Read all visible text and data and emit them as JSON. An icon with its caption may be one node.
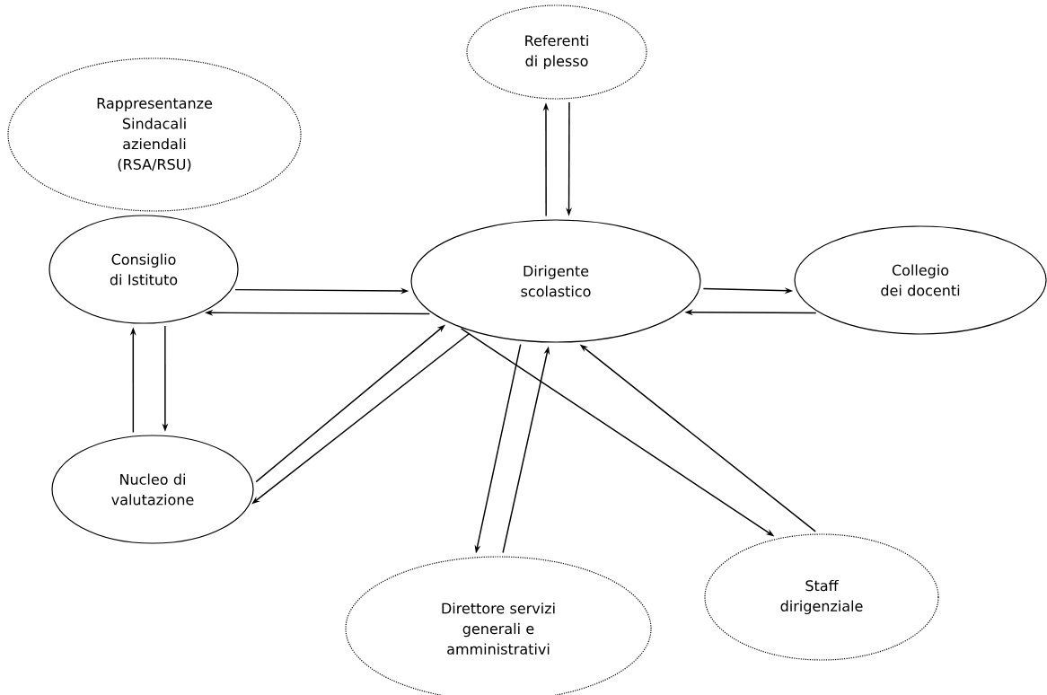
{
  "diagram": {
    "nodes": [
      {
        "text": [
          "Rappresentanze Sindacali aziendali (RSA/RSU)"
        ]
      },
      {
        "text": [
          "Referenti di plesso"
        ]
      },
      {
        "text": [
          "Consiglio di Istituto"
        ]
      },
      {
        "text": [
          "Dirigente scolastico"
        ]
      },
      {
        "text": [
          "Collegio dei docenti"
        ]
      },
      {
        "text": [
          "Nucleo di valutazione"
        ]
      },
      {
        "text": [
          "Direttore servizi generali e amministrativi"
        ]
      },
      {
        "text": [
          "Staff dirigenziale"
        ]
      }
    ],
    "edges": [
      {
        "from": 3,
        "to": 1,
        "arrow": "to"
      },
      {
        "from": 1,
        "to": 3,
        "arrow": "to"
      },
      {
        "from": 2,
        "to": 3,
        "arrow": "to"
      },
      {
        "from": 3,
        "to": 2,
        "arrow": "to"
      },
      {
        "from": 3,
        "to": 4,
        "arrow": "to"
      },
      {
        "from": 4,
        "to": 3,
        "arrow": "to"
      },
      {
        "from": 5,
        "to": 2,
        "arrow": "to"
      },
      {
        "from": 2,
        "to": 5,
        "arrow": "to"
      },
      {
        "from": 5,
        "to": 3,
        "arrow": "to"
      },
      {
        "from": 3,
        "to": 5,
        "arrow": "to"
      },
      {
        "from": 3,
        "to": 6,
        "arrow": "to"
      },
      {
        "from": 6,
        "to": 3,
        "arrow": "to"
      },
      {
        "from": 3,
        "to": 7,
        "arrow": "to"
      },
      {
        "from": 7,
        "to": 3,
        "arrow": "to"
      }
    ]
  }
}
